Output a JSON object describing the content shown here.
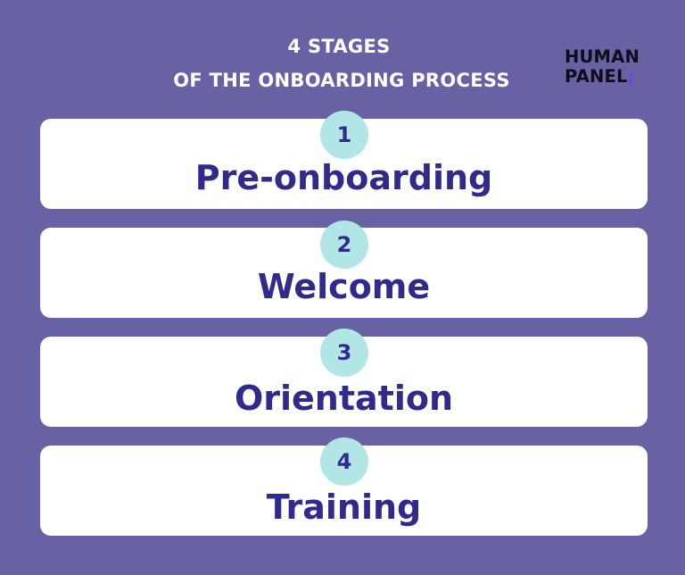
{
  "header": {
    "title_line1": "4 STAGES",
    "title_line2": "OF THE ONBOARDING PROCESS"
  },
  "logo": {
    "line1": "HUMAN",
    "line2": "PANEL",
    "accent": ";"
  },
  "stages": [
    {
      "number": "1",
      "label": "Pre-onboarding"
    },
    {
      "number": "2",
      "label": "Welcome"
    },
    {
      "number": "3",
      "label": "Orientation"
    },
    {
      "number": "4",
      "label": "Training"
    }
  ],
  "colors": {
    "background": "#6861a3",
    "card": "#ffffff",
    "circle": "#b2e6e6",
    "text_dark": "#2f2a8c",
    "logo_accent": "#6a3ff0"
  }
}
